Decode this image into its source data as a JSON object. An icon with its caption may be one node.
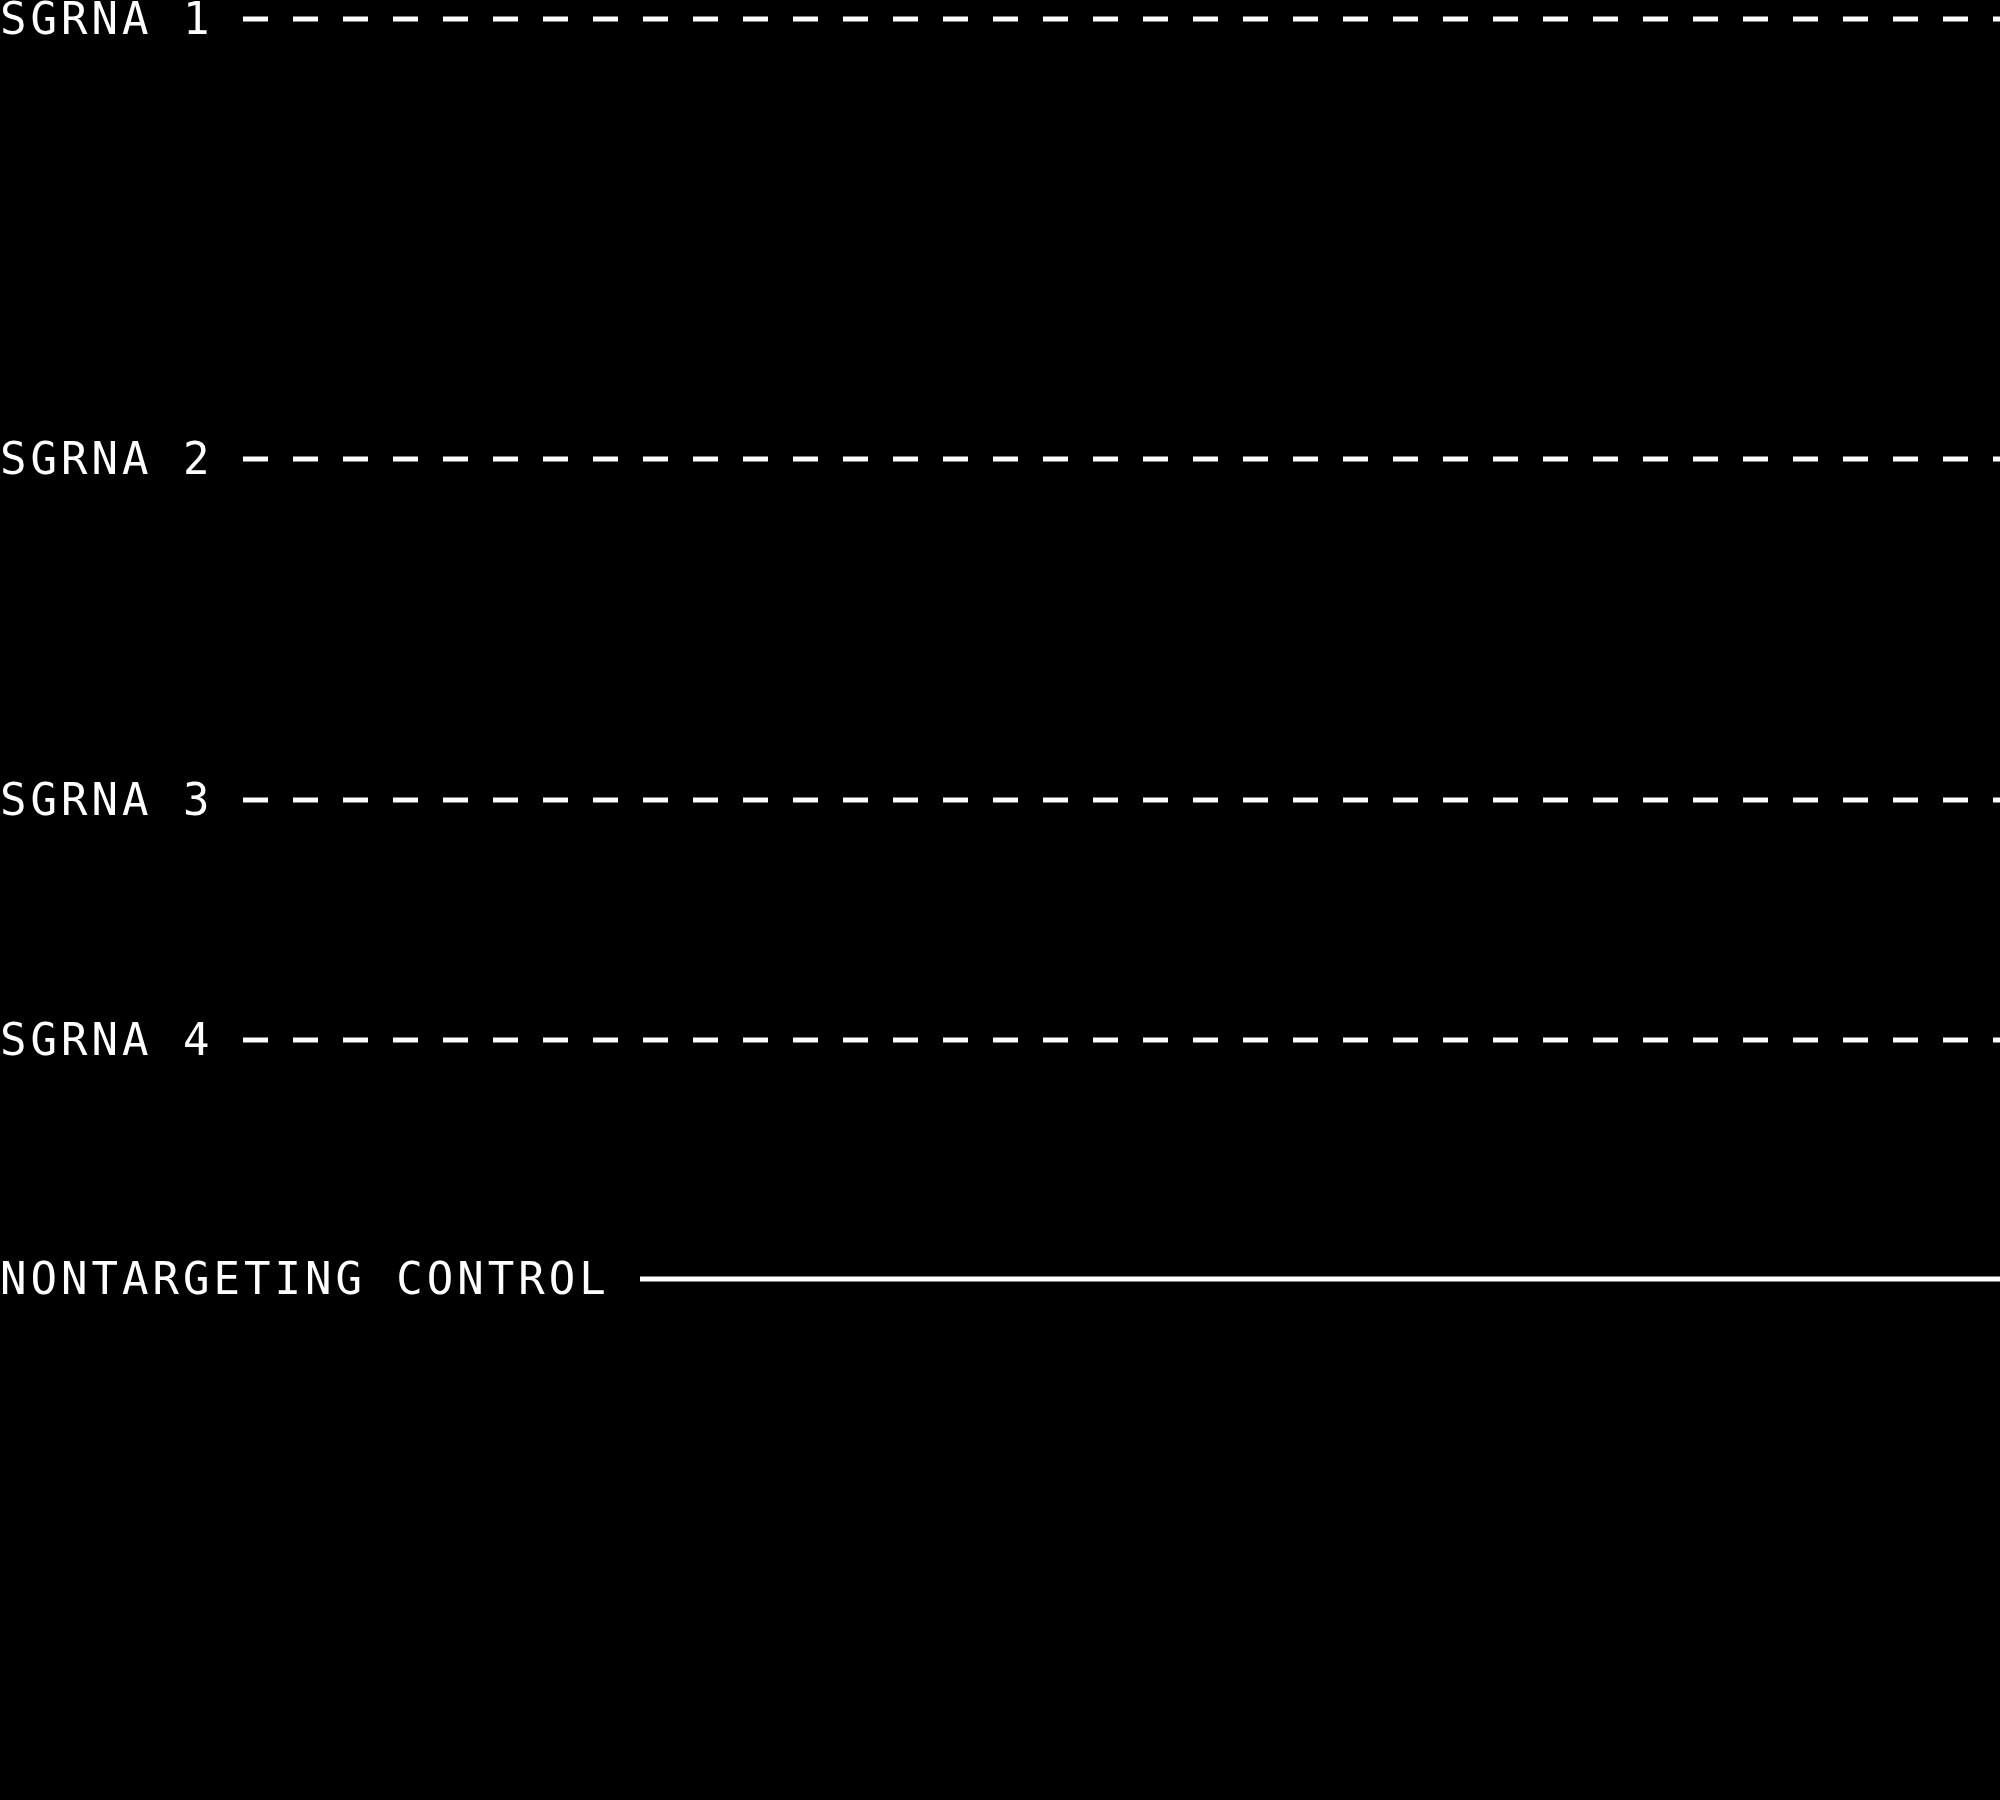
{
  "diagram": {
    "legend": [
      {
        "text": "SGRNA 1"
      },
      {
        "text": "SGRNA 2"
      },
      {
        "text": "SGRNA 3"
      },
      {
        "text": "SGRNA 4"
      },
      {
        "text": "NONTARGETING CONTROL"
      }
    ]
  }
}
